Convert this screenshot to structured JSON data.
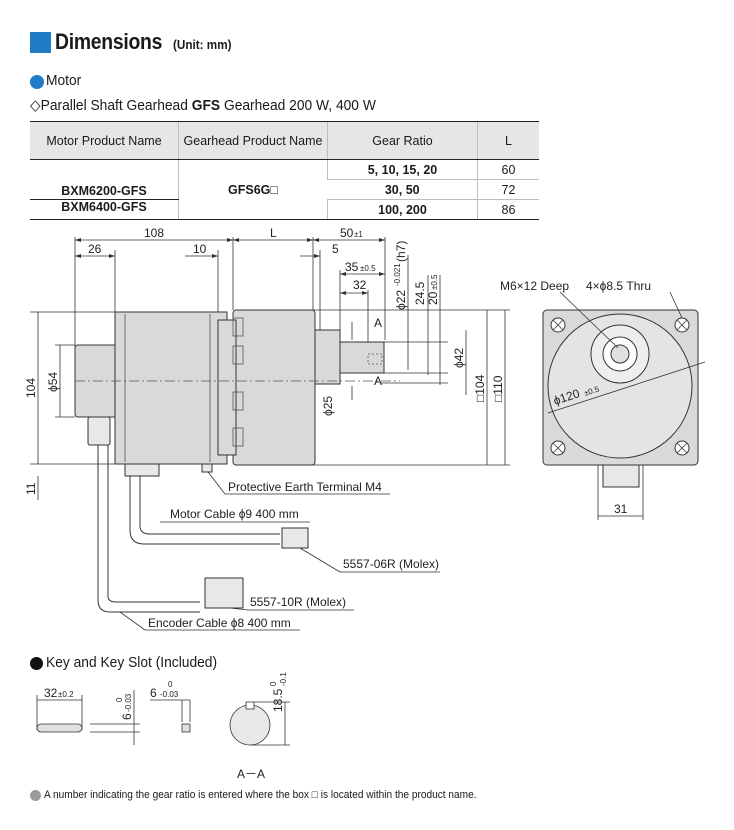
{
  "header": {
    "title": "Dimensions",
    "unit": "(Unit: mm)"
  },
  "motor_section": {
    "title": "Motor"
  },
  "subheading": {
    "prefix": "◇Parallel Shaft Gearhead ",
    "bold": "GFS",
    "suffix": " Gearhead 200 W, 400 W"
  },
  "table": {
    "headers": [
      "Motor Product Name",
      "Gearhead Product Name",
      "Gear Ratio",
      "L"
    ],
    "motors": [
      "BXM6200-GFS",
      "BXM6400-GFS"
    ],
    "gearhead": "GFS6G□",
    "rows": [
      {
        "ratio": "5, 10, 15, 20",
        "L": "60"
      },
      {
        "ratio": "30, 50",
        "L": "72"
      },
      {
        "ratio": "100, 200",
        "L": "86"
      }
    ]
  },
  "drawing": {
    "dims": {
      "d108": "108",
      "dL": "L",
      "d50": "50",
      "d50tol": "±1",
      "d26": "26",
      "d10": "10",
      "d5": "5",
      "d35": "35",
      "d35tol": "±0.5",
      "d32": "32",
      "phi22": "ϕ22",
      "phi22tol": "-0.021",
      "phi22fit": "(h7)",
      "phi22zero": "0",
      "d245": "24.5",
      "d20": "20",
      "d20tol": "±0.5",
      "phi42": "ϕ42",
      "sq104": "□104",
      "sq110": "□110",
      "phi25": "ϕ25",
      "d104": "104",
      "phi54": "ϕ54",
      "d11": "11",
      "secA": "A",
      "d31": "31",
      "phi120": "ϕ120",
      "phi120tol": "±0.5"
    },
    "callouts": {
      "m6": "M6×12 Deep",
      "holes": "4×ϕ8.5 Thru",
      "pe": "Protective Earth Terminal M4",
      "motor_cable": "Motor Cable ϕ9  400 mm",
      "conn6": "5557-06R (Molex)",
      "conn10": "5557-10R (Molex)",
      "enc_cable": "Encoder Cable ϕ8  400 mm"
    }
  },
  "key_section": {
    "title": "Key and Key Slot (Included)",
    "d32": "32",
    "d32tol": "±0.2",
    "d6": "6",
    "d6up": "0",
    "d6low": "-0.03",
    "d6b": "6",
    "d6bup": "0",
    "d6blow": "-0.03",
    "d185": "18.5",
    "d185up": "0",
    "d185low": "-0.1",
    "section": "A－A"
  },
  "footnote": "A number indicating the gear ratio is entered where the box □ is located within the product name."
}
